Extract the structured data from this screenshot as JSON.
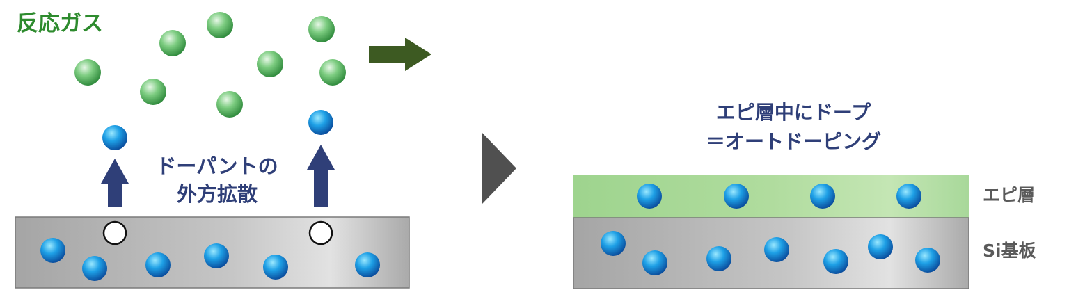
{
  "labels": {
    "reaction_gas": "反応ガス",
    "outdiffusion_line1": "ドーパントの",
    "outdiffusion_line2": "外方拡散",
    "result_line1": "エピ層中にドープ",
    "result_line2": "＝オートドーピング",
    "epi_layer": "エピ層",
    "si_substrate": "Si基板"
  },
  "colors": {
    "reaction_gas_text": "#2e8b2e",
    "caption_text": "#2f3f78",
    "side_label_text": "#5a5a5a",
    "gas_particle": "#5fbf6f",
    "dopant_particle": "#1a8fd6",
    "up_arrow": "#2f3f78",
    "flow_arrow": "#3d5a22",
    "process_chevron": "#505050",
    "substrate": "#b8b8b8",
    "epi_layer": "#a8d89a"
  },
  "icons": {
    "flow": "right-arrow-icon",
    "process": "chevron-right-icon",
    "outdiffusion": "up-arrow-icon"
  }
}
